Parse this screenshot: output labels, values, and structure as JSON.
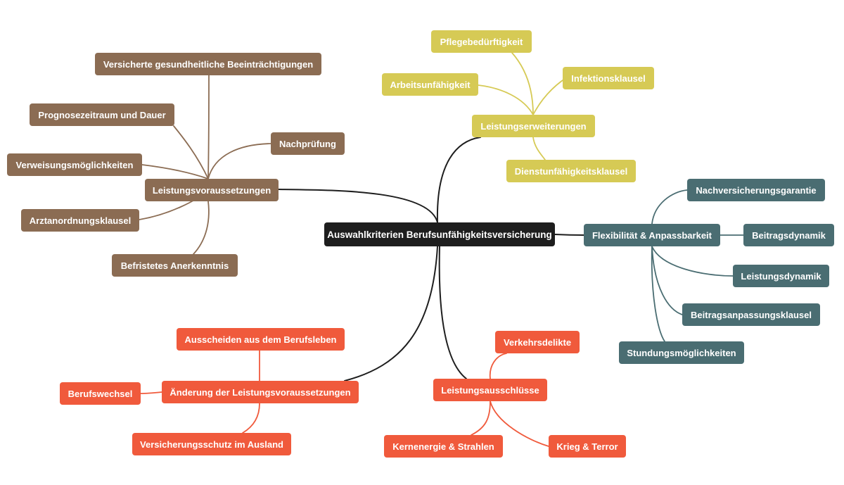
{
  "root": {
    "label": "Auswahlkriterien Berufsunfähigkeitsversicherung"
  },
  "colors": {
    "root": "#1e1e1e",
    "brown": "#8b6c53",
    "yellow": "#d6ca55",
    "teal": "#4a6d72",
    "red": "#f05a3c",
    "root_edge": "#1e1e1e"
  },
  "branches": {
    "leistungsvoraussetzungen": {
      "label": "Leistungsvoraussetzungen",
      "children": [
        "Versicherte gesundheitliche Beeinträchtigungen",
        "Prognosezeitraum und Dauer",
        "Nachprüfung",
        "Verweisungsmöglichkeiten",
        "Arztanordnungsklausel",
        "Befristetes Anerkenntnis"
      ]
    },
    "leistungserweiterungen": {
      "label": "Leistungserweiterungen",
      "children": [
        "Pflegebedürftigkeit",
        "Arbeitsunfähigkeit",
        "Infektionsklausel",
        "Dienstunfähigkeitsklausel"
      ]
    },
    "flexibilitaet": {
      "label": "Flexibilität & Anpassbarkeit",
      "children": [
        "Nachversicherungsgarantie",
        "Beitragsdynamik",
        "Leistungsdynamik",
        "Beitragsanpassungsklausel",
        "Stundungsmöglichkeiten"
      ]
    },
    "leistungsausschluesse": {
      "label": "Leistungsausschlüsse",
      "children": [
        "Verkehrsdelikte",
        "Kernenergie & Strahlen",
        "Krieg & Terror"
      ]
    },
    "aenderung": {
      "label": "Änderung der Leistungsvoraussetzungen",
      "children": [
        "Ausscheiden aus dem Berufsleben",
        "Berufswechsel",
        "Versicherungsschutz im Ausland"
      ]
    }
  }
}
